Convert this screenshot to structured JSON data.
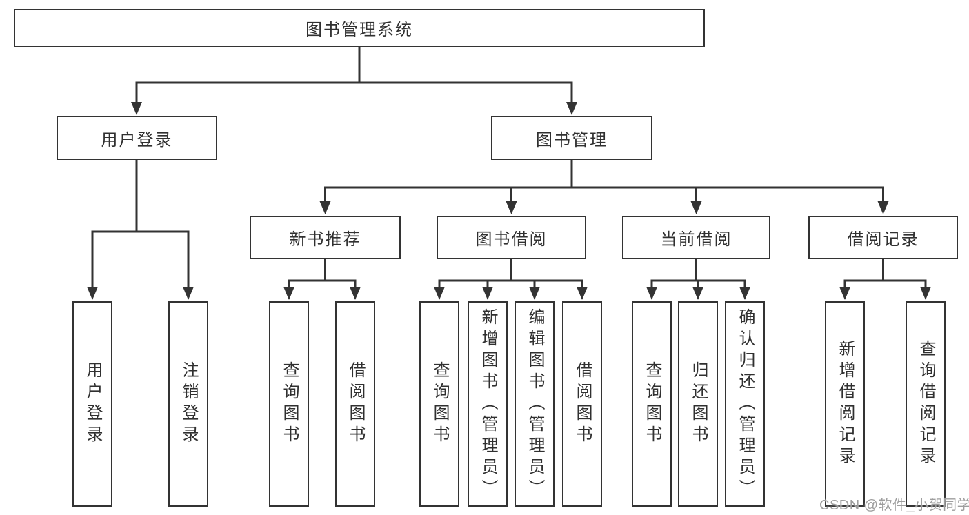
{
  "diagram": {
    "label": "图书管理系统",
    "children": [
      {
        "label": "用户登录",
        "children": [
          {
            "label": "用户登录"
          },
          {
            "label": "注销登录"
          }
        ]
      },
      {
        "label": "图书管理",
        "children": [
          {
            "label": "新书推荐",
            "children": [
              {
                "label": "查询图书"
              },
              {
                "label": "借阅图书"
              }
            ]
          },
          {
            "label": "图书借阅",
            "children": [
              {
                "label": "查询图书"
              },
              {
                "label": "新增图书（管理员）"
              },
              {
                "label": "编辑图书（管理员）"
              },
              {
                "label": "借阅图书"
              }
            ]
          },
          {
            "label": "当前借阅",
            "children": [
              {
                "label": "查询图书"
              },
              {
                "label": "归还图书"
              },
              {
                "label": "确认归还（管理员）"
              }
            ]
          },
          {
            "label": "借阅记录",
            "children": [
              {
                "label": "新增借阅记录"
              },
              {
                "label": "查询借阅记录"
              }
            ]
          }
        ]
      }
    ]
  },
  "watermark": {
    "text": "CSDN @软件_小贺同学"
  },
  "colors": {
    "line": "#333333",
    "text": "#303030",
    "box_fill": "#ffffff",
    "watermark": "#9e9e9e",
    "background": "#ffffff"
  }
}
